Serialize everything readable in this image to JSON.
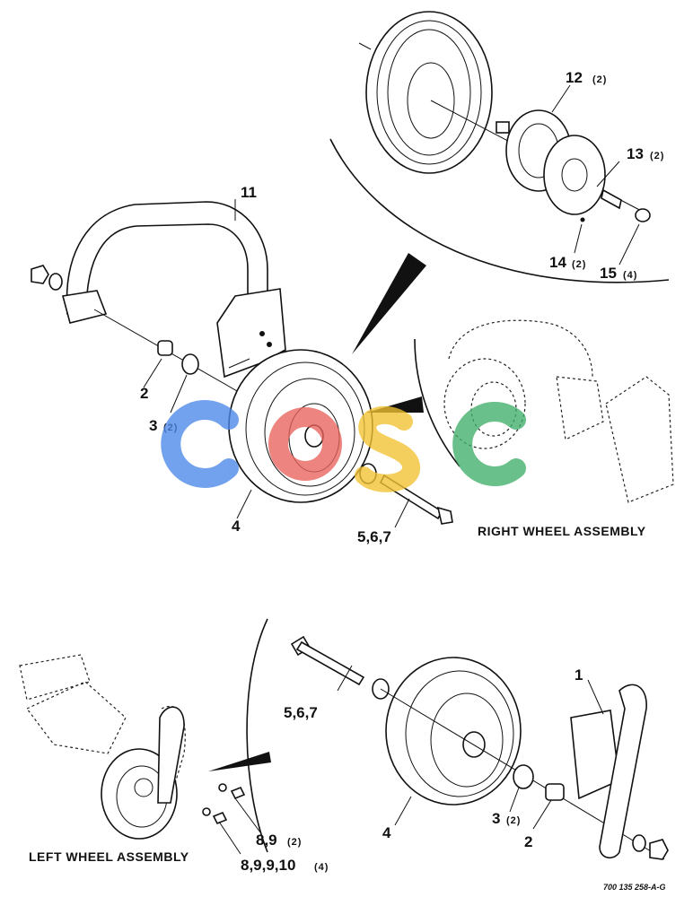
{
  "callouts": {
    "c1": "1",
    "c2a": "2",
    "c2b": "2",
    "c3a": "3",
    "c3a_qty": "(2)",
    "c3b": "3",
    "c3b_qty": "(2)",
    "c4a": "4",
    "c4b": "4",
    "c567a": "5,6,7",
    "c567b": "5,6,7",
    "c89": "8,9",
    "c89_qty": "(2)",
    "c8910": "8,9,9,10",
    "c8910_qty": "(4)",
    "c11": "11",
    "c12": "12",
    "c12_qty": "(2)",
    "c13": "13",
    "c13_qty": "(2)",
    "c14": "14",
    "c14_qty": "(2)",
    "c15": "15",
    "c15_qty": "(4)"
  },
  "titles": {
    "right": "RIGHT WHEEL ASSEMBLY",
    "left": "LEFT WHEEL ASSEMBLY"
  },
  "drawing_code": "700 135 258-A-G",
  "watermark": {
    "text": "cesc",
    "colors": [
      "#4a86e8",
      "#e8625c",
      "#f2c232",
      "#3fae6a"
    ]
  }
}
